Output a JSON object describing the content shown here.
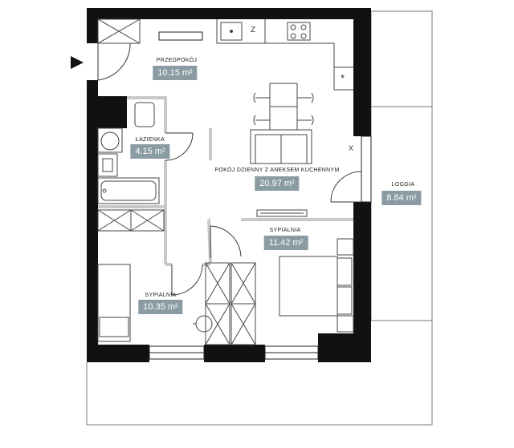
{
  "rooms": [
    {
      "id": "przedpokoj",
      "name": "PRZEDPOKÓJ",
      "area": "10.15 m²"
    },
    {
      "id": "lazienka",
      "name": "ŁAZIENKA",
      "area": "4.15 m²"
    },
    {
      "id": "pokoj",
      "name": "POKÓJ DZIENNY Z ANEKSEM KUCHENNYM",
      "area": "20.97 m²"
    },
    {
      "id": "loggia",
      "name": "LOGGIA",
      "area": "8.84 m²"
    },
    {
      "id": "sypialnia1",
      "name": "SYPIALNIA",
      "area": "11.42 m²"
    },
    {
      "id": "sypialnia2",
      "name": "SYPIALNIA",
      "area": "10.35 m²"
    }
  ],
  "fixtures": {
    "fridge_letter": "Z",
    "dishwasher_letter": "*",
    "loggia_door_letter": "X"
  },
  "colors": {
    "wall": "#111111",
    "partition": "#c8c8c8",
    "badge": "#8a9ba3",
    "line": "#555555"
  }
}
